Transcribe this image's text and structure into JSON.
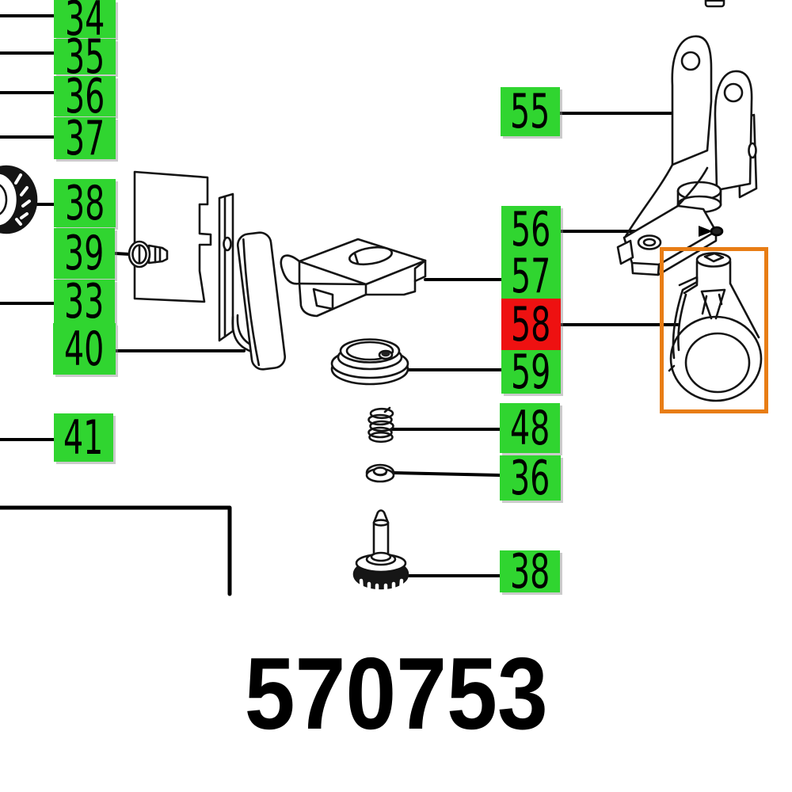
{
  "footer": {
    "order_number": "570753"
  },
  "callouts": [
    {
      "label": "34",
      "selected": false
    },
    {
      "label": "35",
      "selected": false
    },
    {
      "label": "36",
      "selected": false
    },
    {
      "label": "37",
      "selected": false
    },
    {
      "label": "38",
      "selected": false
    },
    {
      "label": "39",
      "selected": false
    },
    {
      "label": "33",
      "selected": false
    },
    {
      "label": "40",
      "selected": false
    },
    {
      "label": "41",
      "selected": false
    },
    {
      "label": "55",
      "selected": false
    },
    {
      "label": "56",
      "selected": false
    },
    {
      "label": "57",
      "selected": false
    },
    {
      "label": "58",
      "selected": true
    },
    {
      "label": "59",
      "selected": false
    },
    {
      "label": "48",
      "selected": false
    },
    {
      "label": "36",
      "selected": false
    },
    {
      "label": "38",
      "selected": false
    }
  ],
  "colors": {
    "callout_green": "#30d530",
    "callout_red": "#ee1111",
    "highlight_orange": "#e87d15",
    "line": "#000000"
  },
  "parts": [
    "knurled-gear",
    "sheet-metal-bracket",
    "slotted-screw",
    "cover-plate",
    "clamp-bracket",
    "adjusting-disc",
    "compression-spring",
    "washer",
    "pinion-shaft",
    "support-bracket",
    "set-pin",
    "clamp-ring",
    "nut"
  ]
}
